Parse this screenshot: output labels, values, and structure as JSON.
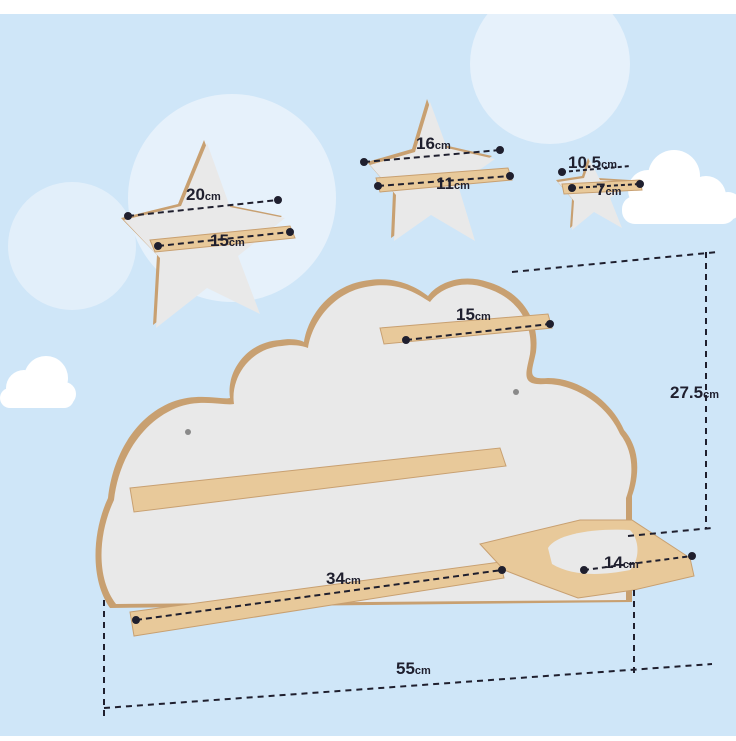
{
  "colors": {
    "sky": "#cfe6f8",
    "panel": "#e9e9e9",
    "wood": "#e8c99a",
    "edge": "#c8a071",
    "line": "#1f1f2e"
  },
  "unit": "cm",
  "dimensions": {
    "star_large_width": "20",
    "star_large_shelf": "15",
    "star_medium_width": "16",
    "star_medium_shelf": "11",
    "star_small_width": "10.5",
    "star_small_shelf": "7",
    "cloud_top_shelf": "15",
    "cloud_bottom_shelf": "34",
    "cloud_side_shelf": "14",
    "total_width": "55",
    "total_height": "27.5"
  }
}
